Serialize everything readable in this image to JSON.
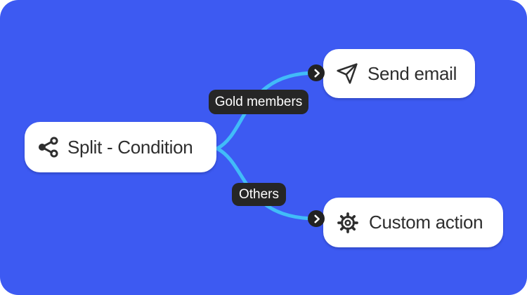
{
  "colors": {
    "canvas_bg": "#3d5af2",
    "connector": "#41bcf8",
    "node_bg": "#ffffff",
    "node_text": "#2e2e2e",
    "badge_bg": "#262626",
    "badge_text": "#ffffff",
    "endpoint_bg": "#222222",
    "endpoint_glyph": "#ffffff"
  },
  "nodes": {
    "split": {
      "label": "Split - Condition",
      "icon": "share-icon"
    },
    "send_email": {
      "label": "Send email",
      "icon": "send-icon"
    },
    "custom_action": {
      "label": "Custom action",
      "icon": "gear-icon"
    }
  },
  "edges": {
    "gold": {
      "label": "Gold members",
      "from": "split",
      "to": "send_email",
      "endpoint_icon": "chevron-right-icon"
    },
    "others": {
      "label": "Others",
      "from": "split",
      "to": "custom_action",
      "endpoint_icon": "chevron-right-icon"
    }
  }
}
